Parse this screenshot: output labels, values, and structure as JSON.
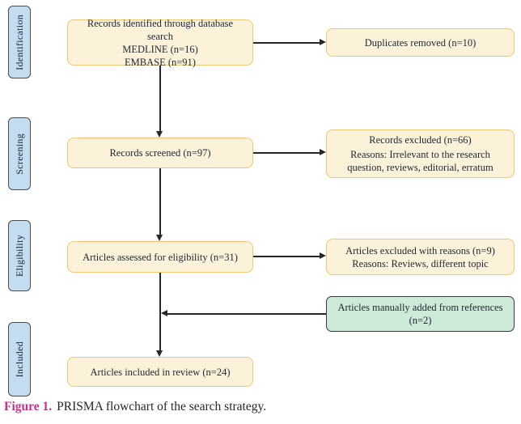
{
  "figure": {
    "caption_label": "Figure 1.",
    "caption_text": "PRISMA flowchart of the search strategy."
  },
  "stages": [
    {
      "label": "Identification"
    },
    {
      "label": "Screening"
    },
    {
      "label": "Eligibility"
    },
    {
      "label": "Included"
    }
  ],
  "nodes": {
    "identified": {
      "lines": [
        "Records identified through database search",
        "MEDLINE (n=16)",
        "EMBASE (n=91)"
      ]
    },
    "duplicates_removed": {
      "text": "Duplicates removed (n=10)"
    },
    "screened": {
      "text": "Records screened (n=97)"
    },
    "records_excluded": {
      "title": "Records excluded (n=66)",
      "reasons": "Reasons: Irrelevant to the research question, reviews, editorial, erratum"
    },
    "assessed": {
      "text": "Articles assessed for eligibility (n=31)"
    },
    "articles_excluded": {
      "title": "Articles excluded with reasons (n=9)",
      "reasons": "Reasons: Reviews, different topic"
    },
    "manually_added": {
      "text": "Articles manually added from references (n=2)"
    },
    "included_review": {
      "text": "Articles included in review (n=24)"
    }
  },
  "edges": [
    {
      "from": "identified",
      "to": "duplicates_removed"
    },
    {
      "from": "identified",
      "to": "screened"
    },
    {
      "from": "screened",
      "to": "records_excluded"
    },
    {
      "from": "screened",
      "to": "assessed"
    },
    {
      "from": "assessed",
      "to": "articles_excluded"
    },
    {
      "from": "assessed",
      "to": "included_review"
    },
    {
      "from": "manually_added",
      "to": "included_review"
    }
  ],
  "colors": {
    "node_fill": "#fcf2da",
    "node_border": "#eec873",
    "stage_fill": "#c3dcf0",
    "stage_border": "#4d4d4d",
    "added_fill": "#cde9d7",
    "added_border": "#3a3a3a",
    "arrow": "#26262b",
    "caption_accent": "#c5328f"
  }
}
